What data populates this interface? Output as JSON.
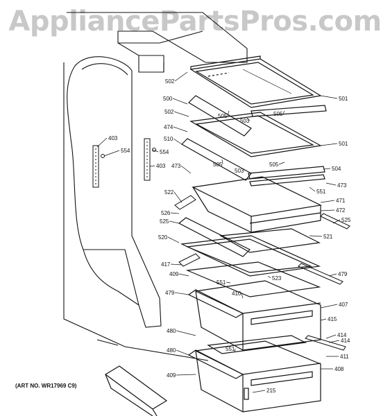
{
  "watermark": "AppliancePartsPros.com",
  "art_number": "(ART NO. WR17969 C9)",
  "callouts": [
    "502",
    "501",
    "500",
    "502",
    "505",
    "503",
    "505",
    "474",
    "501",
    "510",
    "554",
    "403",
    "554",
    "403",
    "505",
    "503",
    "505",
    "504",
    "473",
    "473",
    "551",
    "522",
    "471",
    "526",
    "472",
    "525",
    "525",
    "521",
    "520",
    "417",
    "409",
    "551",
    "523",
    "479",
    "479",
    "414",
    "410",
    "407",
    "415",
    "480",
    "480",
    "414",
    "551",
    "411",
    "408",
    "409",
    "215"
  ]
}
